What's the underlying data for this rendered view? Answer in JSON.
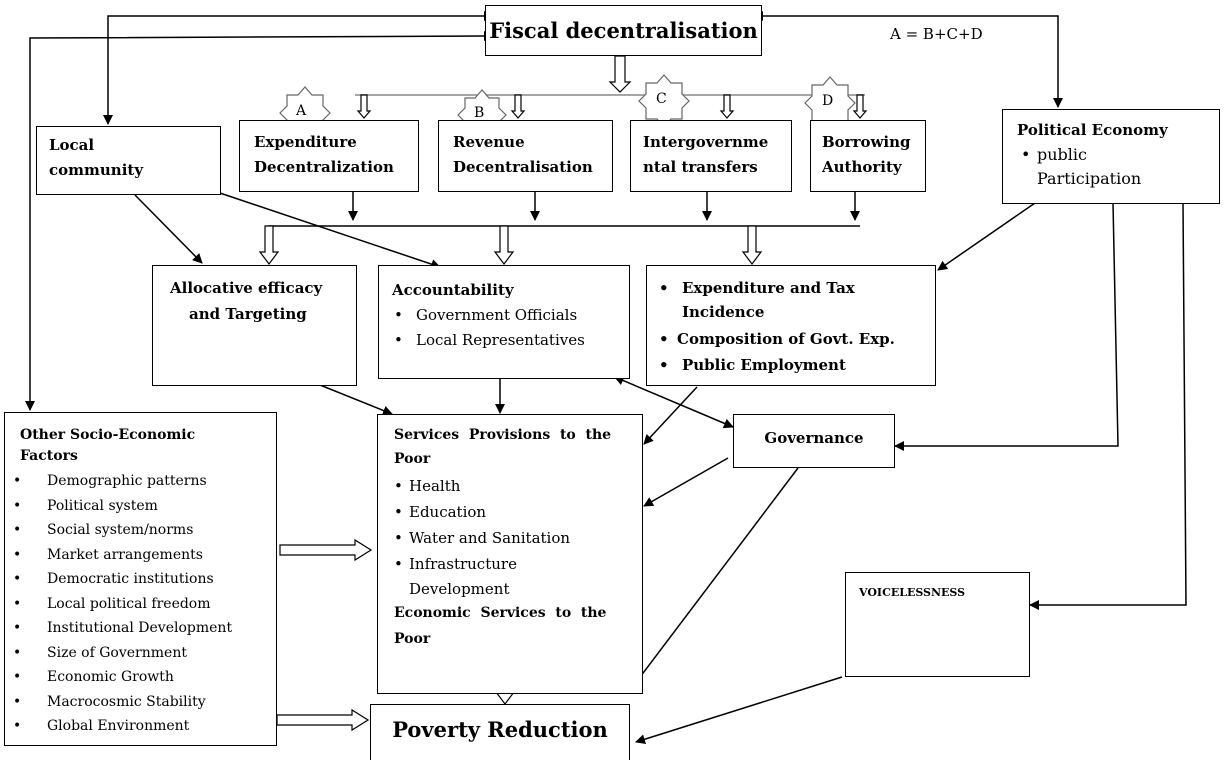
{
  "title": "Fiscal decentralisation",
  "formula": "A = B+C+D",
  "badges": [
    "A",
    "B",
    "C",
    "D"
  ],
  "components": [
    {
      "line1": "Expenditure",
      "line2": "Decentralization"
    },
    {
      "line1": "Revenue",
      "line2": "Decentralisation"
    },
    {
      "line1": "Intergovernme",
      "line2": "ntal transfers"
    },
    {
      "line1": "Borrowing",
      "line2": "Authority"
    }
  ],
  "local_community": {
    "line1": "Local",
    "line2": "community"
  },
  "political_economy": {
    "title": "Political Economy",
    "items": [
      "public",
      "Participation"
    ]
  },
  "allocative": {
    "line1": "Allocative efficacy",
    "line2": "and Targeting"
  },
  "accountability": {
    "title": "Accountability",
    "items": [
      "Government Officials",
      "Local Representatives"
    ]
  },
  "expenditure_tax": {
    "items": [
      "Expenditure and Tax",
      "Incidence",
      "Composition of Govt. Exp.",
      "Public Employment"
    ]
  },
  "socio_economic": {
    "title1": "Other Socio-Economic",
    "title2": "Factors",
    "items": [
      "Demographic patterns",
      "Political system",
      "Social system/norms",
      "Market arrangements",
      "Democratic institutions",
      "Local political freedom",
      "Institutional Development",
      "Size of Government",
      "Economic Growth",
      "Macrocosmic Stability",
      "Global Environment"
    ]
  },
  "services": {
    "title1": "Services  Provisions  to  the",
    "title2": "Poor",
    "items": [
      "Health",
      "Education",
      "Water and Sanitation",
      "Infrastructure",
      "Development"
    ],
    "econ1": "Economic  Services  to  the",
    "econ2": "Poor"
  },
  "governance": "Governance",
  "voicelessness": "VOICELESSNESS",
  "poverty_reduction": "Poverty Reduction"
}
